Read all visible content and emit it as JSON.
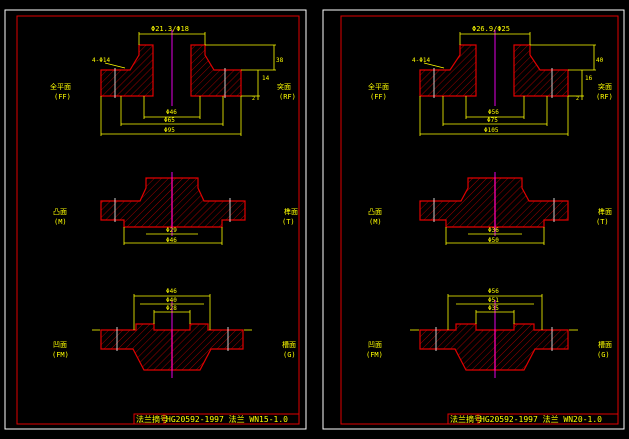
{
  "sheets": [
    {
      "title_label": "法兰摘号",
      "title_text": "HG20592-1997 法兰 WN15-1.0",
      "top": {
        "hub_dim": "Φ21.3/Φ18",
        "bolt_dim": "4-Φ14",
        "d1": "Φ46",
        "d2": "Φ65",
        "d3": "Φ95",
        "h1": "14",
        "h2": "38",
        "h3": "2"
      },
      "middle": {
        "d1": "Φ29",
        "d2": "Φ46"
      },
      "bottom": {
        "d1": "Φ46",
        "d2": "Φ40",
        "d3": "Φ28"
      }
    },
    {
      "title_label": "法兰摘号",
      "title_text": "HG20592-1997 法兰 WN20-1.0",
      "top": {
        "hub_dim": "Φ26.9/Φ25",
        "bolt_dim": "4-Φ14",
        "d1": "Φ56",
        "d2": "Φ75",
        "d3": "Φ105",
        "h1": "16",
        "h2": "40",
        "h3": "2"
      },
      "middle": {
        "d1": "Φ36",
        "d2": "Φ50"
      },
      "bottom": {
        "d1": "Φ56",
        "d2": "Φ51",
        "d3": "Φ35"
      }
    }
  ],
  "faces": {
    "ff": {
      "name": "全平面",
      "code": "(FF)"
    },
    "rf": {
      "name": "突面",
      "code": "(RF)"
    },
    "m": {
      "name": "凸面",
      "code": "(M)"
    },
    "t": {
      "name": "榫面",
      "code": "(T)"
    },
    "fm": {
      "name": "凹面",
      "code": "(FM)"
    },
    "g": {
      "name": "槽面",
      "code": "(G)"
    }
  },
  "colors": {
    "background": "#000000",
    "outline": "#e00000",
    "dimension": "#ffff00",
    "centerline": "#ff00ff",
    "frame": "#ffffff"
  }
}
